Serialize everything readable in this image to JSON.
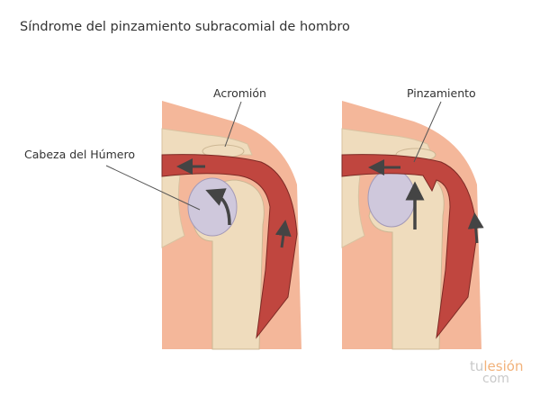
{
  "title": "Síndrome del pinzamiento subracomial de hombro",
  "labels": {
    "acromion": "Acromión",
    "humeral_head": "Cabeza del Húmero",
    "impingement": "Pinzamiento"
  },
  "logo": {
    "part1": "tu",
    "part2": "lesión",
    "part3": "com"
  },
  "colors": {
    "skin": "#f4b79a",
    "bone": "#efdcbd",
    "muscle": "#c0463f",
    "head": "#cfc8dc",
    "arrow": "#444444"
  }
}
